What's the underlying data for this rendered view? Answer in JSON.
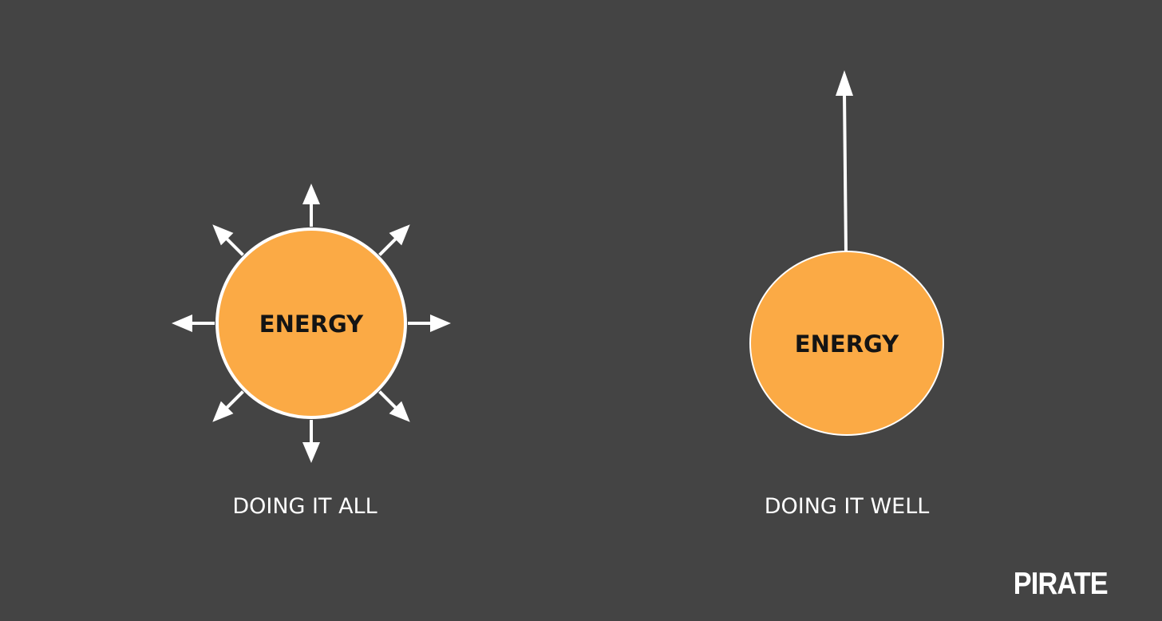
{
  "colors": {
    "background": "#444444",
    "energy_fill": "#FBAA45",
    "arrow": "#FFFFFF",
    "circle_outline": "#FFFFFF",
    "energy_text": "#141414",
    "caption_text": "#FFFFFF"
  },
  "left_diagram": {
    "center_label": "ENERGY",
    "caption": "DOING IT ALL",
    "arrow_count": 8
  },
  "right_diagram": {
    "center_label": "ENERGY",
    "caption": "DOING IT WELL",
    "arrow_count": 1
  },
  "brand": {
    "logo_text": "PIRATE"
  }
}
